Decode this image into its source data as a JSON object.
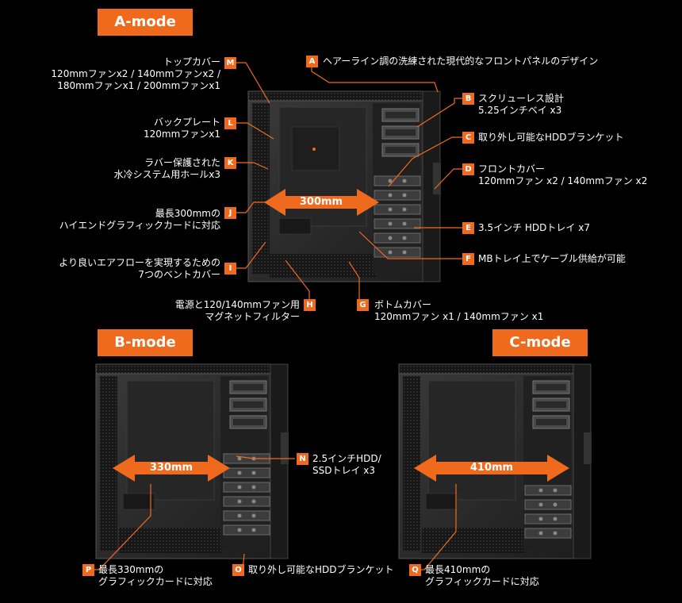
{
  "colors": {
    "accent": "#f06a1e",
    "background": "#000000",
    "case_frame": "#2b2b2b"
  },
  "modes": {
    "a": {
      "label": "A-mode",
      "dimension": "300mm"
    },
    "b": {
      "label": "B-mode",
      "dimension": "330mm"
    },
    "c": {
      "label": "C-mode",
      "dimension": "410mm"
    }
  },
  "callouts": {
    "A": {
      "letter": "A",
      "lines": [
        "ヘアーライン調の洗練された現代的なフロントパネルのデザイン"
      ]
    },
    "B": {
      "letter": "B",
      "lines": [
        "スクリューレス設計",
        "5.25インチベイ x3"
      ]
    },
    "C": {
      "letter": "C",
      "lines": [
        "取り外し可能なHDDブランケット"
      ]
    },
    "D": {
      "letter": "D",
      "lines": [
        "フロントカバー",
        "120mmファン x2 / 140mmファン x2"
      ]
    },
    "E": {
      "letter": "E",
      "lines": [
        "3.5インチ HDDトレイ x7"
      ]
    },
    "F": {
      "letter": "F",
      "lines": [
        "MBトレイ上でケーブル供給が可能"
      ]
    },
    "G": {
      "letter": "G",
      "lines": [
        "ボトムカバー",
        "120mmファン x1 / 140mmファン x1"
      ]
    },
    "H": {
      "letter": "H",
      "lines": [
        "電源と120/140mmファン用",
        "マグネットフィルター"
      ]
    },
    "I": {
      "letter": "I",
      "lines": [
        "より良いエアフローを実現するための",
        "7つのベントカバー"
      ]
    },
    "J": {
      "letter": "J",
      "lines": [
        "最長300mmの",
        "ハイエンドグラフィックカードに対応"
      ]
    },
    "K": {
      "letter": "K",
      "lines": [
        "ラバー保護された",
        "水冷システム用ホールx3"
      ]
    },
    "L": {
      "letter": "L",
      "lines": [
        "バックプレート",
        "120mmファンx1"
      ]
    },
    "M": {
      "letter": "M",
      "lines": [
        "トップカバー",
        "120mmファンx2 / 140mmファンx2 /",
        "180mmファンx1 / 200mmファンx1"
      ]
    },
    "N": {
      "letter": "N",
      "lines": [
        "2.5インチHDD/",
        "SSDトレイ x3"
      ]
    },
    "O": {
      "letter": "O",
      "lines": [
        "取り外し可能なHDDブランケット"
      ]
    },
    "P": {
      "letter": "P",
      "lines": [
        "最長330mmの",
        "グラフィックカードに対応"
      ]
    },
    "Q": {
      "letter": "Q",
      "lines": [
        "最長410mmの",
        "グラフィックカードに対応"
      ]
    }
  }
}
